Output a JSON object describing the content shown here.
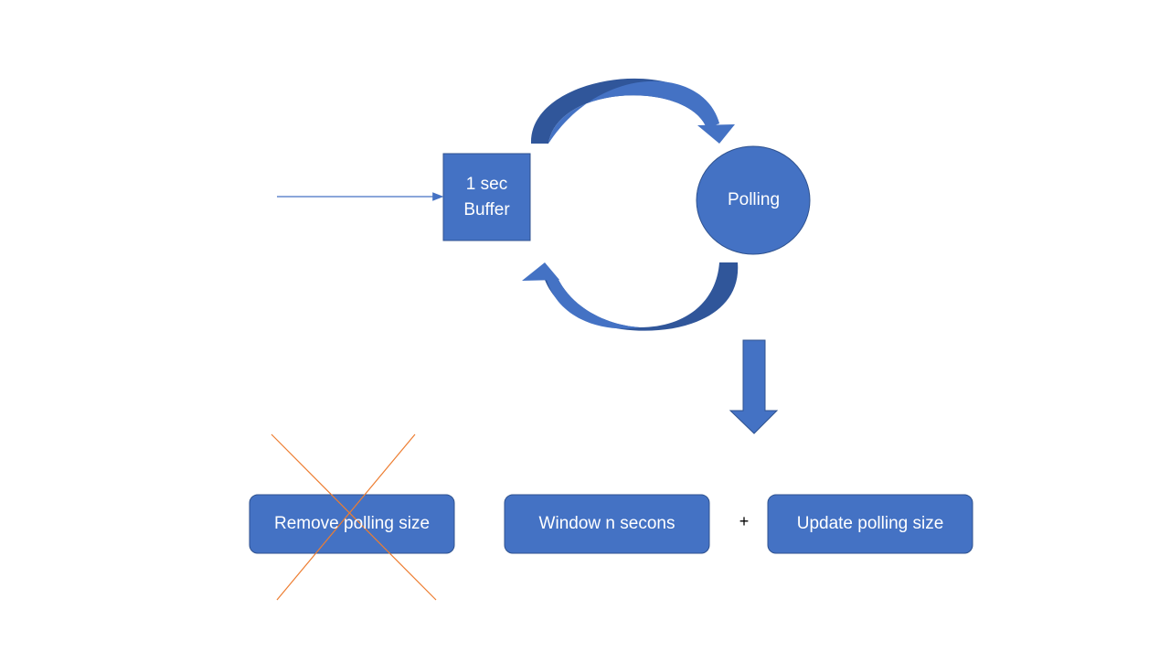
{
  "buffer": {
    "line1": "1 sec",
    "line2": "Buffer"
  },
  "polling": {
    "label": "Polling"
  },
  "boxes": {
    "remove": "Remove polling size",
    "window": "Window n secons",
    "update": "Update polling size"
  },
  "operator": {
    "plus": "+"
  },
  "colors": {
    "shape_fill": "#4472c4",
    "shape_stroke": "#2f528f",
    "arrow_dark": "#30569a",
    "cross": "#ed7d31"
  }
}
